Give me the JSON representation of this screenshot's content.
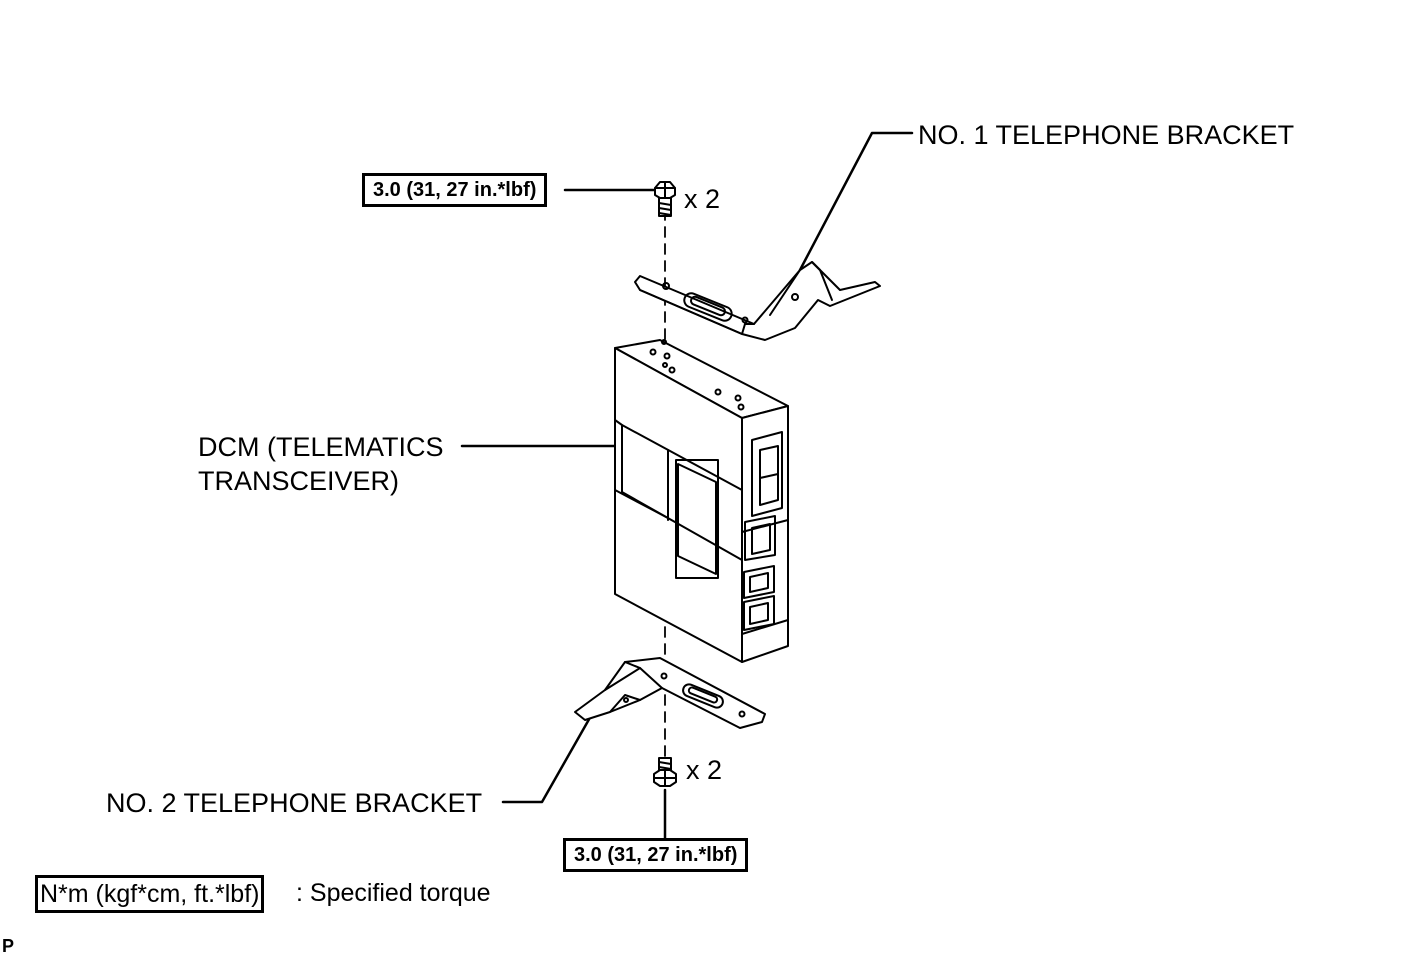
{
  "labels": {
    "bracket1": "NO. 1 TELEPHONE BRACKET",
    "bracket2": "NO. 2 TELEPHONE BRACKET",
    "dcm_line1": "DCM (TELEMATICS",
    "dcm_line2": "TRANSCEIVER)",
    "qty_top": "x 2",
    "qty_bottom": "x 2"
  },
  "torque": {
    "top": "3.0 (31, 27 in.*lbf)",
    "bottom": "3.0 (31, 27 in.*lbf)"
  },
  "legend": {
    "box": "N*m (kgf*cm, ft.*lbf)",
    "text": ": Specified torque"
  },
  "corner_mark": "P"
}
